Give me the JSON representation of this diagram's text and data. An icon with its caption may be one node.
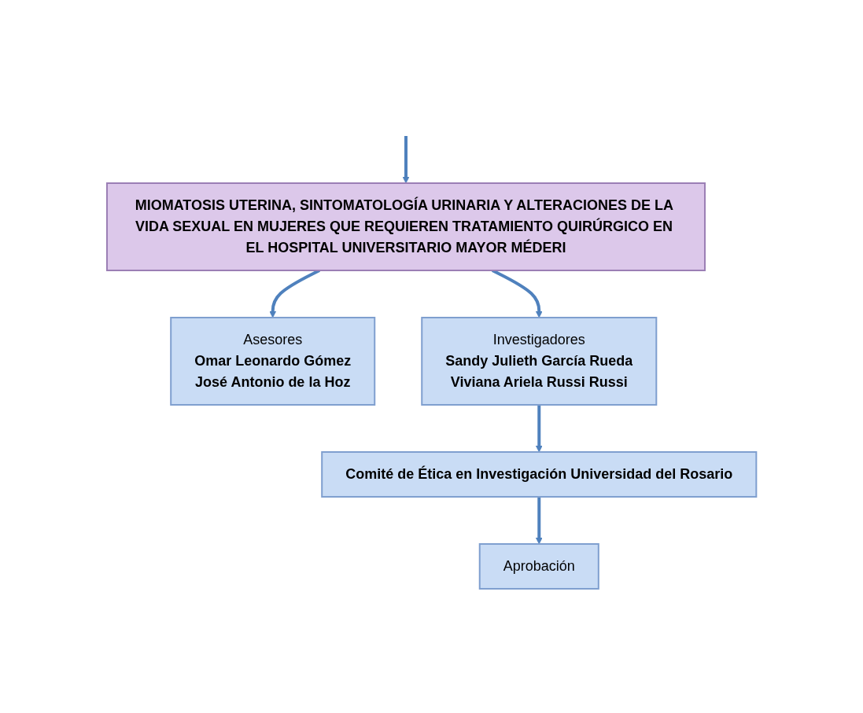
{
  "diagram": {
    "nodes": [
      {
        "text": [
          "MIOMATOSIS UTERINA, SINTOMATOLOGÍA URINARIA Y ALTERACIONES DE LA VIDA SEXUAL EN MUJERES QUE REQUIEREN TRATAMIENTO QUIRÚRGICO EN EL HOSPITAL UNIVERSITARIO MAYOR MÉDERI"
        ]
      },
      {
        "text": [
          "Asesores",
          "Omar Leonardo Gómez",
          "José Antonio de la Hoz"
        ]
      },
      {
        "text": [
          "Investigadores",
          "Sandy Julieth García Rueda",
          "Viviana Ariela Russi Russi"
        ]
      },
      {
        "text": [
          "Comité de Ética en Investigación Universidad del Rosario"
        ]
      },
      {
        "text": [
          "Aprobación"
        ]
      }
    ],
    "edges": [
      {
        "from": null,
        "to": 0,
        "arrow": "to"
      },
      {
        "from": 0,
        "to": 1,
        "arrow": "to"
      },
      {
        "from": 0,
        "to": 2,
        "arrow": "to"
      },
      {
        "from": 2,
        "to": 3,
        "arrow": "to"
      },
      {
        "from": 3,
        "to": 4,
        "arrow": "to"
      }
    ]
  }
}
